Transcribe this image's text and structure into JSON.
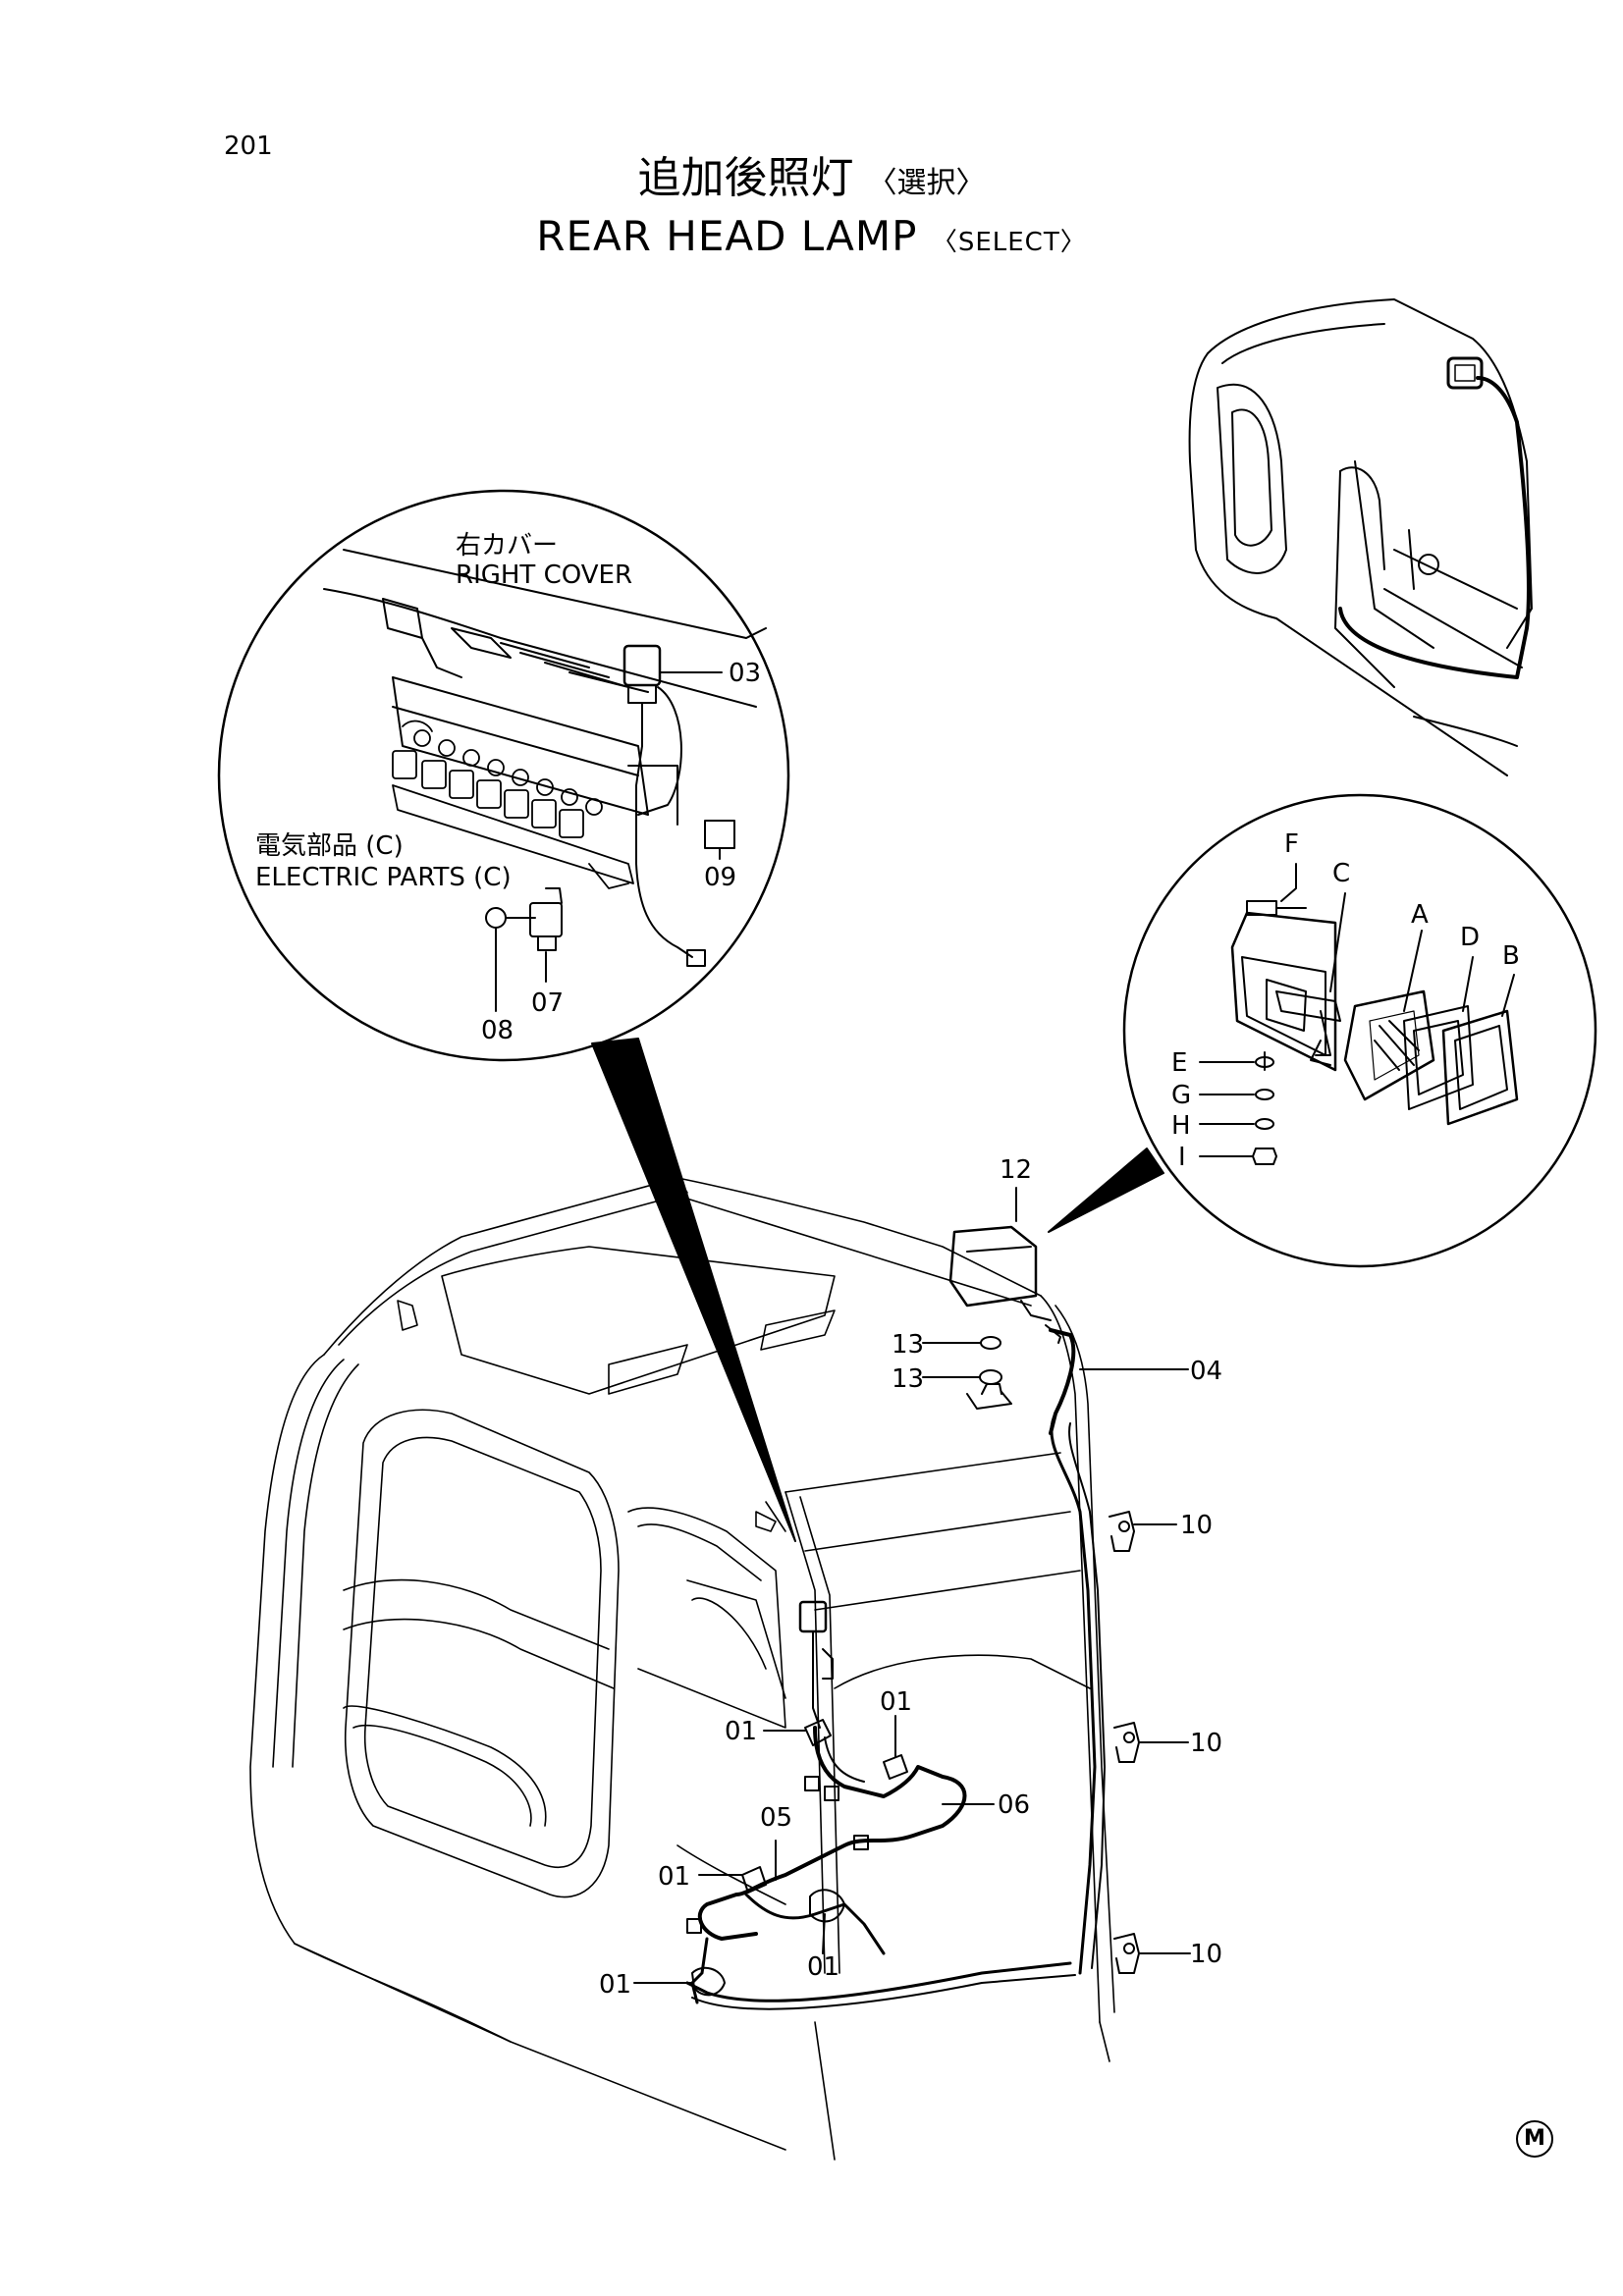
{
  "page_number": "201",
  "title": {
    "jp": "追加後照灯",
    "jp_sub": "〈選択〉",
    "en": "REAR HEAD LAMP",
    "en_sub": "〈SELECT〉"
  },
  "inset_left": {
    "right_cover_jp": "右カバー",
    "right_cover_en": "RIGHT COVER",
    "electric_parts_jp": "電気部品 (C)",
    "electric_parts_en": "ELECTRIC PARTS (C)"
  },
  "callouts": {
    "c01": "01",
    "c03": "03",
    "c04": "04",
    "c05": "05",
    "c06": "06",
    "c07": "07",
    "c08": "08",
    "c09": "09",
    "c10": "10",
    "c12": "12",
    "c13": "13",
    "cA": "A",
    "cB": "B",
    "cC": "C",
    "cD": "D",
    "cE": "E",
    "cF": "F",
    "cG": "G",
    "cH": "H",
    "cI": "I"
  },
  "mark": "M"
}
